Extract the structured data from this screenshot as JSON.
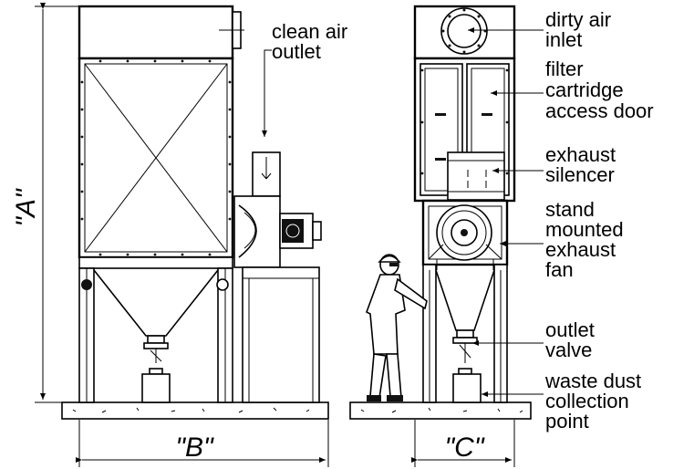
{
  "labels": {
    "clean_air_outlet": [
      "clean air",
      "outlet"
    ],
    "dirty_air_inlet": [
      "dirty air",
      "inlet"
    ],
    "filter_access_door": [
      "filter",
      "cartridge",
      "access door"
    ],
    "exhaust_silencer": [
      "exhaust",
      "silencer"
    ],
    "exhaust_fan": [
      "stand",
      "mounted",
      "exhaust",
      "fan"
    ],
    "outlet_valve": [
      "outlet",
      "valve"
    ],
    "waste_dust": [
      "waste dust",
      "collection",
      "point"
    ]
  },
  "dimensions": {
    "a": "\"A\"",
    "b": "\"B\"",
    "c": "\"C\""
  }
}
